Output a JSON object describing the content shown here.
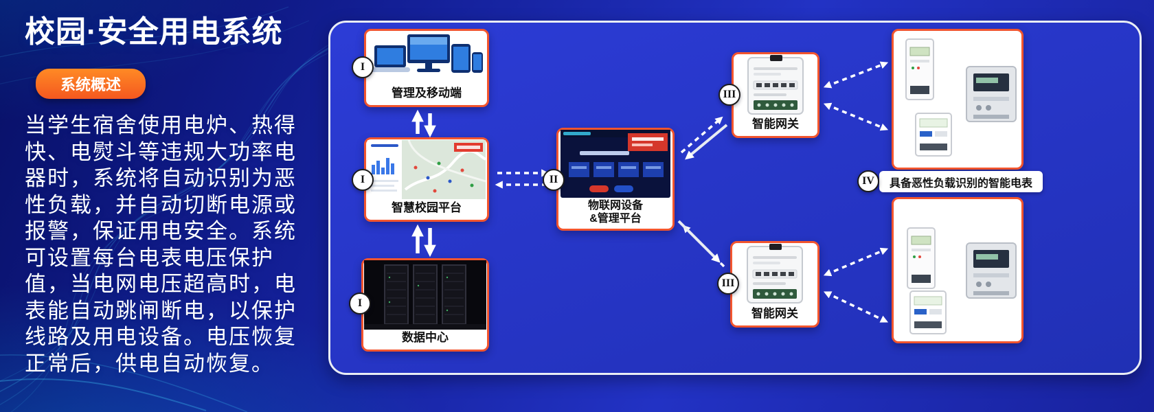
{
  "header": {
    "title": "校园·安全用电系统",
    "overview_badge": "系统概述"
  },
  "description": {
    "text": "当学生宿舍使用电炉、热得\n快、电熨斗等违规大功率电\n器时，系统将自动识别为恶\n性负载，并自动切断电源或\n报警，保证用电安全。系统\n可设置每台电表电压保护\n值，当电网电压超高时，电\n表能自动跳闸断电，以保护\n线路及用电设备。电压恢复\n正常后，供电自动恢复。"
  },
  "diagram": {
    "nodes": {
      "management": {
        "badge": "I",
        "label": "管理及移动端"
      },
      "campus_platform": {
        "badge": "I",
        "label": "智慧校园平台"
      },
      "data_center": {
        "badge": "I",
        "label": "数据中心"
      },
      "iot_platform": {
        "badge": "II",
        "label_line1": "物联网设备",
        "label_line2": "&管理平台"
      },
      "gateway_top": {
        "badge": "III",
        "label": "智能网关"
      },
      "gateway_bottom": {
        "badge": "III",
        "label": "智能网关"
      },
      "smart_meters": {
        "badge": "IV",
        "caption": "具备恶性负载识别的智能电表"
      }
    }
  },
  "colors": {
    "background_blue": "#18229e",
    "panel_blue": "#2c3cd6",
    "node_border_orange": "#f2552e",
    "badge_orange": "#f4581f",
    "accent_cyan": "#45d6ff",
    "text_white": "#ffffff"
  }
}
